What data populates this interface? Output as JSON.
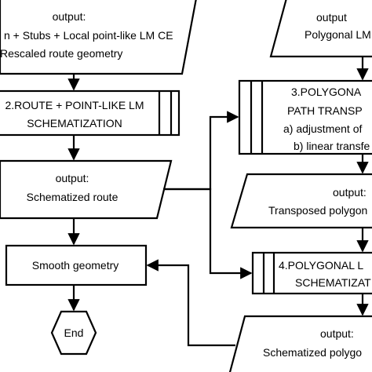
{
  "nodes": {
    "output_top_left": {
      "lines": [
        "output:",
        "n + Stubs + Local point-like LM CE",
        "Rescaled route geometry"
      ]
    },
    "route_schematization": {
      "lines": [
        "2.ROUTE + POINT-LIKE LM",
        "SCHEMATIZATION"
      ]
    },
    "output_schematized_route": {
      "lines": [
        "output:",
        "Schematized route"
      ]
    },
    "smooth_geometry": {
      "lines": [
        "Smooth geometry"
      ]
    },
    "end": {
      "lines": [
        "End"
      ]
    },
    "output_polygonal": {
      "lines": [
        "output",
        "Polygonal LM"
      ]
    },
    "polygonal_transposition": {
      "lines": [
        "3.POLYGONA",
        "PATH TRANSP",
        "a) adjustment of ",
        "b) linear transfe"
      ]
    },
    "output_transposed": {
      "lines": [
        "output:",
        "Transposed polygon"
      ]
    },
    "polygonal_schematization": {
      "lines": [
        "4.POLYGONAL L",
        "SCHEMATIZAT"
      ]
    },
    "output_schematized_polygon": {
      "lines": [
        "output:",
        "Schematized polygo"
      ]
    }
  },
  "colors": {
    "stroke": "#000000",
    "fill": "#ffffff",
    "text": "#000000"
  }
}
